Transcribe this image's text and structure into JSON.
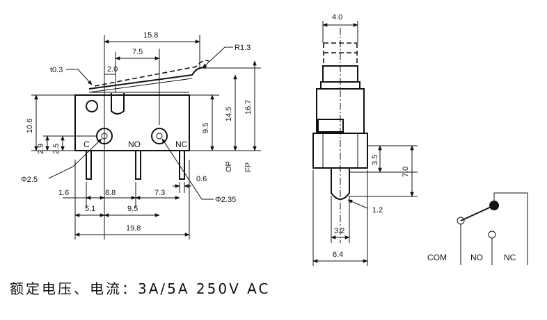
{
  "front_view": {
    "dims": {
      "d15_8": "15.8",
      "d7_5": "7.5",
      "d2_0": "2.0",
      "r1_3": "R1.3",
      "t0_3": "t0.3",
      "d10_6": "10.6",
      "d2_9": "2.9",
      "d2_5": "2.5",
      "d9_5v": "9.5",
      "d14_5": "14.5",
      "d16_7": "16.7",
      "d1_6": "1.6",
      "d8_8": "8.8",
      "d7_3": "7.3",
      "d0_6": "0.6",
      "d5_1": "5.1",
      "d9_5h": "9.5",
      "d19_8": "19.8",
      "phi2_5": "Φ2.5",
      "phi2_35": "Φ2.35"
    },
    "terminals": {
      "c": "C",
      "no": "NO",
      "nc": "NC"
    },
    "positions": {
      "op": "OP",
      "fp": "FP"
    }
  },
  "side_view": {
    "dims": {
      "d4_0": "4.0",
      "d3_5": "3.5",
      "d7_0": "7.0",
      "d1_2": "1.2",
      "d3_2": "3.2",
      "d6_4": "6.4"
    }
  },
  "schematic": {
    "com": "COM",
    "no": "NO",
    "nc": "NC"
  },
  "rating": "额定电压、电流：3A/5A 250V AC"
}
